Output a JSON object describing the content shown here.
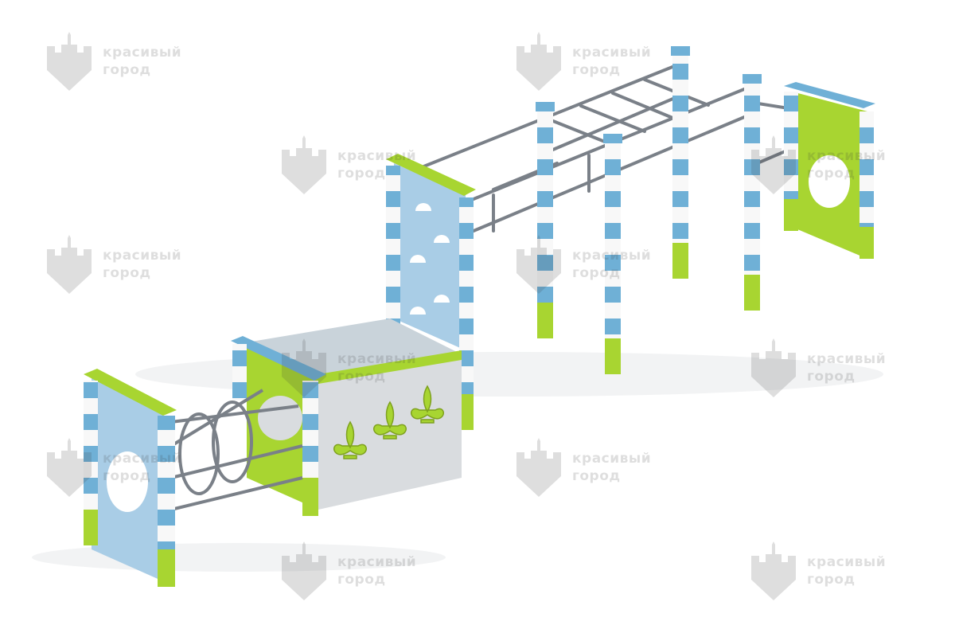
{
  "watermark": {
    "line1": "красивый",
    "line2": "город",
    "icon": "castle-shield-icon",
    "color": "#3a3a3a"
  },
  "scene": {
    "subject": "playground-obstacle-course",
    "colors": {
      "blue": "#6fb0d6",
      "lightBlue": "#a9cde6",
      "green": "#a8d531",
      "white": "#f8f8f8",
      "steel": "#7a8088",
      "grey": "#d9dcdf",
      "darkGreen": "#7ea11e"
    }
  }
}
